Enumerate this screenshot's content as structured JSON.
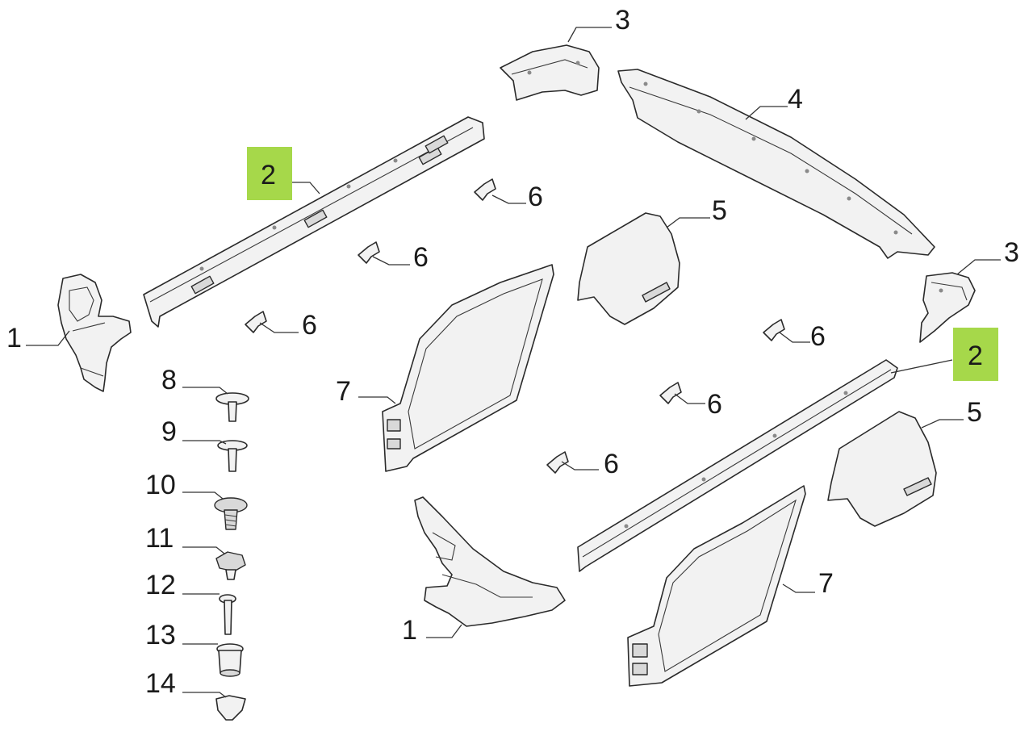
{
  "callouts": {
    "c1_left": "1",
    "c1_bottom": "1",
    "c2_left": "2",
    "c2_right": "2",
    "c3_top": "3",
    "c3_right": "3",
    "c4": "4",
    "c5_upper": "5",
    "c5_lower": "5",
    "c6_a": "6",
    "c6_b": "6",
    "c6_c": "6",
    "c6_d": "6",
    "c6_e": "6",
    "c6_f": "6",
    "c7_left": "7",
    "c7_right": "7",
    "c8": "8",
    "c9": "9",
    "c10": "10",
    "c11": "11",
    "c12": "12",
    "c13": "13",
    "c14": "14"
  },
  "colors": {
    "highlight": "#a6d84a"
  }
}
